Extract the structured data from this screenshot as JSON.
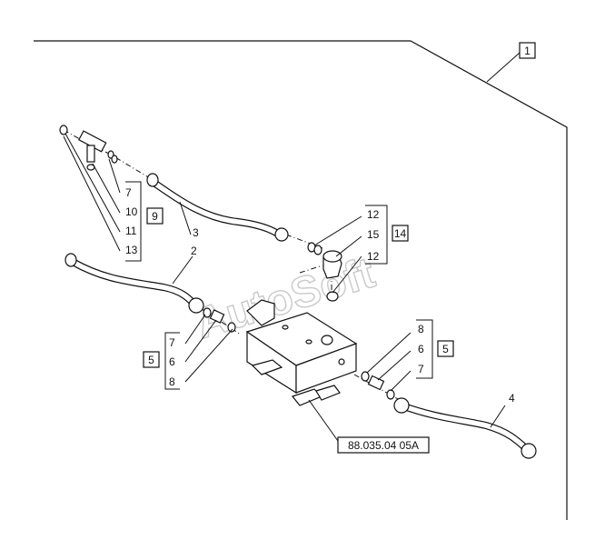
{
  "diagram": {
    "assembly_ref": "1",
    "drawing_ref": "88.035.04 05A",
    "watermark": "AutoSoft",
    "callouts": {
      "c2": "2",
      "c3": "3",
      "c4": "4",
      "c5a": "5",
      "c5b": "5",
      "c6a": "6",
      "c6b": "6",
      "c7a": "7",
      "c7b": "7",
      "c7c": "7",
      "c8a": "8",
      "c8b": "8",
      "c9": "9",
      "c10": "10",
      "c11": "11",
      "c12a": "12",
      "c12b": "12",
      "c13": "13",
      "c14": "14",
      "c15": "15"
    }
  }
}
